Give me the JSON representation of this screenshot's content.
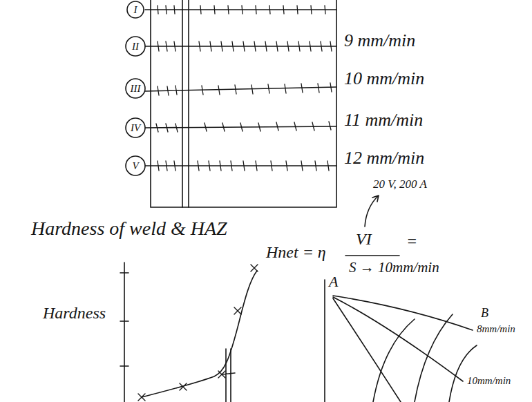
{
  "diagram": {
    "title": "Hardness of weld & HAZ",
    "nodes": [
      {
        "text": [
          "I"
        ]
      },
      {
        "text": [
          "II"
        ]
      },
      {
        "text": [
          "III"
        ]
      },
      {
        "text": [
          "IV"
        ]
      },
      {
        "text": [
          "V"
        ]
      }
    ],
    "labels": [
      "9 mm/min",
      "10 mm/min",
      "11 mm/min",
      "12 mm/min",
      "20 V, 200 A",
      "Hnet = η",
      "VI",
      "=",
      "S → 10mm/min",
      "Hardness",
      "A",
      "B",
      "8mm/min",
      "10mm/min"
    ]
  }
}
